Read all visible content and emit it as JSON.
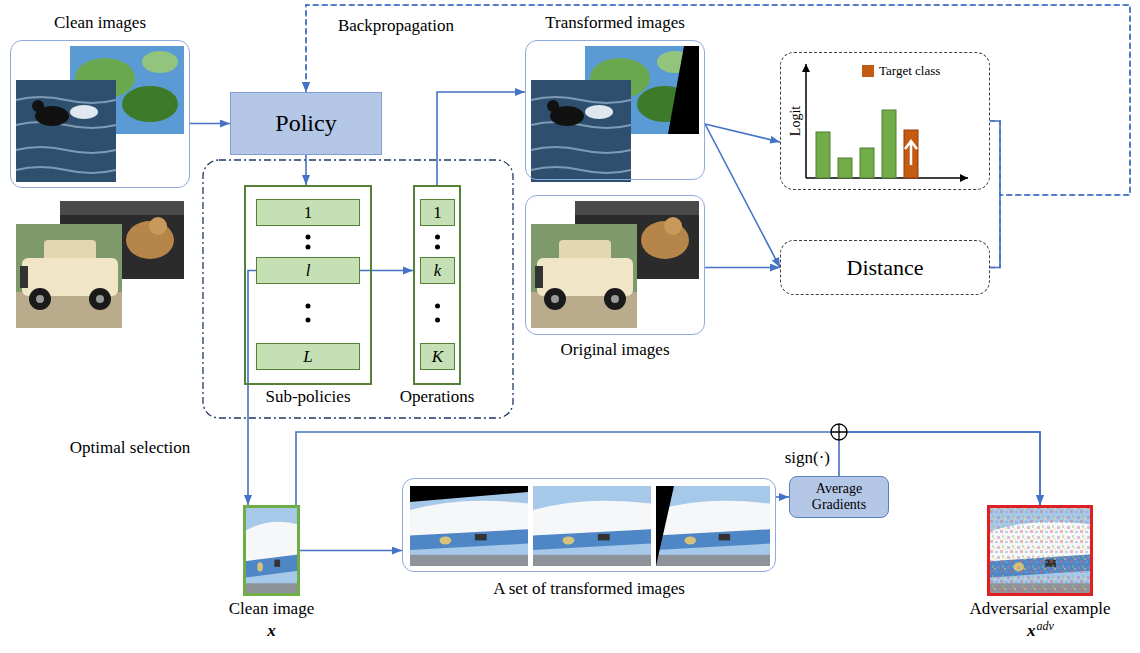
{
  "diagram": {
    "nodes": [
      {
        "text": [
          "Clean images"
        ]
      },
      {
        "text": [
          "Policy"
        ]
      },
      {
        "text": [
          "Sub-policies"
        ]
      },
      {
        "text": [
          "1"
        ],
        "in": 2
      },
      {
        "text": [
          "l"
        ],
        "in": 2
      },
      {
        "text": [
          "L"
        ],
        "in": 2
      },
      {
        "text": [
          "Operations"
        ]
      },
      {
        "text": [
          "1"
        ],
        "in": 6
      },
      {
        "text": [
          "k"
        ],
        "in": 6
      },
      {
        "text": [
          "K"
        ],
        "in": 6
      },
      {
        "text": [
          "Transformed images"
        ]
      },
      {
        "text": [
          "Original images"
        ]
      },
      {
        "text": [
          "Logit"
        ]
      },
      {
        "text": [
          "Distance"
        ]
      },
      {
        "text": [
          "Clean image",
          "x"
        ]
      },
      {
        "text": [
          "A set of transformed images"
        ]
      },
      {
        "text": [
          "Average Gradients"
        ]
      },
      {
        "text": [
          "Adversarial example",
          "x",
          "adv"
        ]
      }
    ],
    "edges": [
      {
        "from": 0,
        "to": 1,
        "arrow": "to"
      },
      {
        "from": 1,
        "to": 2,
        "arrow": "to"
      },
      {
        "from": 4,
        "to": 6,
        "arrow": "to"
      },
      {
        "from": 6,
        "to": 10,
        "arrow": "to"
      },
      {
        "from": 10,
        "to": 12,
        "arrow": "to"
      },
      {
        "from": 10,
        "to": 13,
        "arrow": "to"
      },
      {
        "from": 11,
        "to": 13,
        "arrow": "to"
      },
      {
        "from": 12,
        "to": 1,
        "label": "Backpropagation",
        "arrow": "to"
      },
      {
        "from": 13,
        "to": 1,
        "arrow": "to"
      },
      {
        "from": 4,
        "to": 14,
        "label": "Optimal selection",
        "arrow": "to"
      },
      {
        "from": 14,
        "to": 15,
        "arrow": "to"
      },
      {
        "from": 15,
        "to": 16,
        "arrow": "to"
      },
      {
        "from": 14,
        "to": 17,
        "arrow": "to"
      },
      {
        "from": 16,
        "to": 17,
        "label": "sign(·)",
        "arrow": "to"
      }
    ],
    "legend": [
      {
        "text": "Target class",
        "color": "#c55a11"
      }
    ]
  }
}
